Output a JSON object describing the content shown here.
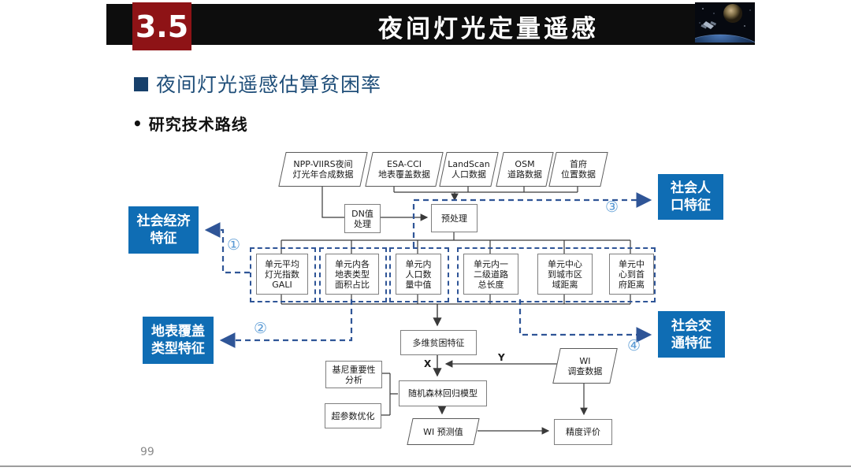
{
  "slide": {
    "section_number": "3.5",
    "title": "夜间灯光定量遥感",
    "heading": "夜间灯光遥感估算贫困率",
    "bullet": "•",
    "subheading": "研究技术路线",
    "page_number": "99"
  },
  "colors": {
    "header_bar": "#0d0d0d",
    "section_red": "#8e1316",
    "feature_blue": "#0f6db4",
    "dashed_blue": "#2f5597",
    "heading_blue": "#1f4e79",
    "callout_blue": "#5b9bd5"
  },
  "flowchart": {
    "sources": [
      {
        "label": "NPP-VIIRS夜间\n灯光年合成数据"
      },
      {
        "label": "ESA-CCI\n地表覆盖数据"
      },
      {
        "label": "LandScan\n人口数据"
      },
      {
        "label": "OSM\n道路数据"
      },
      {
        "label": "首府\n位置数据"
      }
    ],
    "dn_process": "DN值\n处理",
    "preprocess": "预处理",
    "factors": [
      {
        "label": "单元平均\n灯光指数\nGALI"
      },
      {
        "label": "单元内各\n地表类型\n面积占比"
      },
      {
        "label": "单元内\n人口数\n量中值"
      },
      {
        "label": "单元内一\n二级道路\n总长度"
      },
      {
        "label": "单元中心\n到城市区\n域距离"
      },
      {
        "label": "单元中\n心到首\n府距离"
      }
    ],
    "features": [
      {
        "label": "社会经济\n特征",
        "callout": "①"
      },
      {
        "label": "地表覆盖\n类型特征",
        "callout": "②"
      },
      {
        "label": "社会人\n口特征",
        "callout": "③"
      },
      {
        "label": "社会交\n通特征",
        "callout": "④"
      }
    ],
    "poverty": "多维贫困特征",
    "gini": "基尼重要性\n分析",
    "hyperparam": "超参数优化",
    "rf_model": "随机森林回归模型",
    "wi_pred": "WI 预测值",
    "wi_survey": "WI\n调查数据",
    "accuracy": "精度评价",
    "x_label": "X",
    "y_label": "Y"
  }
}
